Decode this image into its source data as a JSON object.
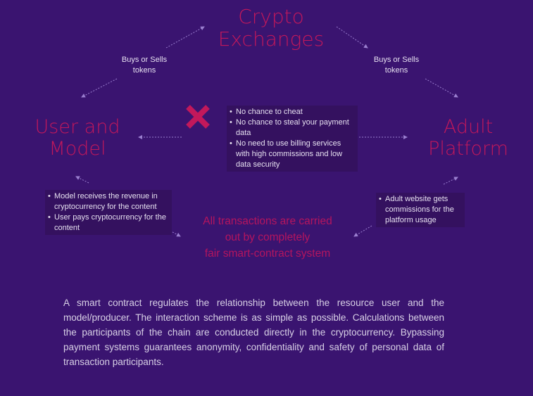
{
  "diagram": {
    "nodes": {
      "crypto_exchanges": "Crypto\nExchanges",
      "user_and_model": "User and\nModel",
      "adult_platform": "Adult\nPlatform"
    },
    "edge_labels": {
      "left": "Buys or Sells\ntokens",
      "right": "Buys or Sells\ntokens"
    },
    "cross_icon": "x-mark-icon",
    "center_benefits": [
      "No chance to cheat",
      "No chance to steal your payment data",
      "No need to use billing services with high commissions and low data security"
    ],
    "user_model_notes": [
      "Model receives the revenue in cryptocurrency for the content",
      "User pays cryptocurrency for the content"
    ],
    "platform_notes": [
      "Adult website gets commissions for the platform usage"
    ],
    "center_note": "All transactions are carried\nout by completely\nfair smart-contract system"
  },
  "description": "A smart contract regulates the relationship between the resource user and the model/producer. The interaction scheme is as simple as possible. Calculations between the participants of the chain are conducted directly in the cryptocurrency. Bypassing payment systems guarantees anonymity, confidentiality and safety of personal data of transaction participants.",
  "colors": {
    "background": "#3a1470",
    "accent": "#c2185b",
    "arrow": "#9b7fd0"
  }
}
